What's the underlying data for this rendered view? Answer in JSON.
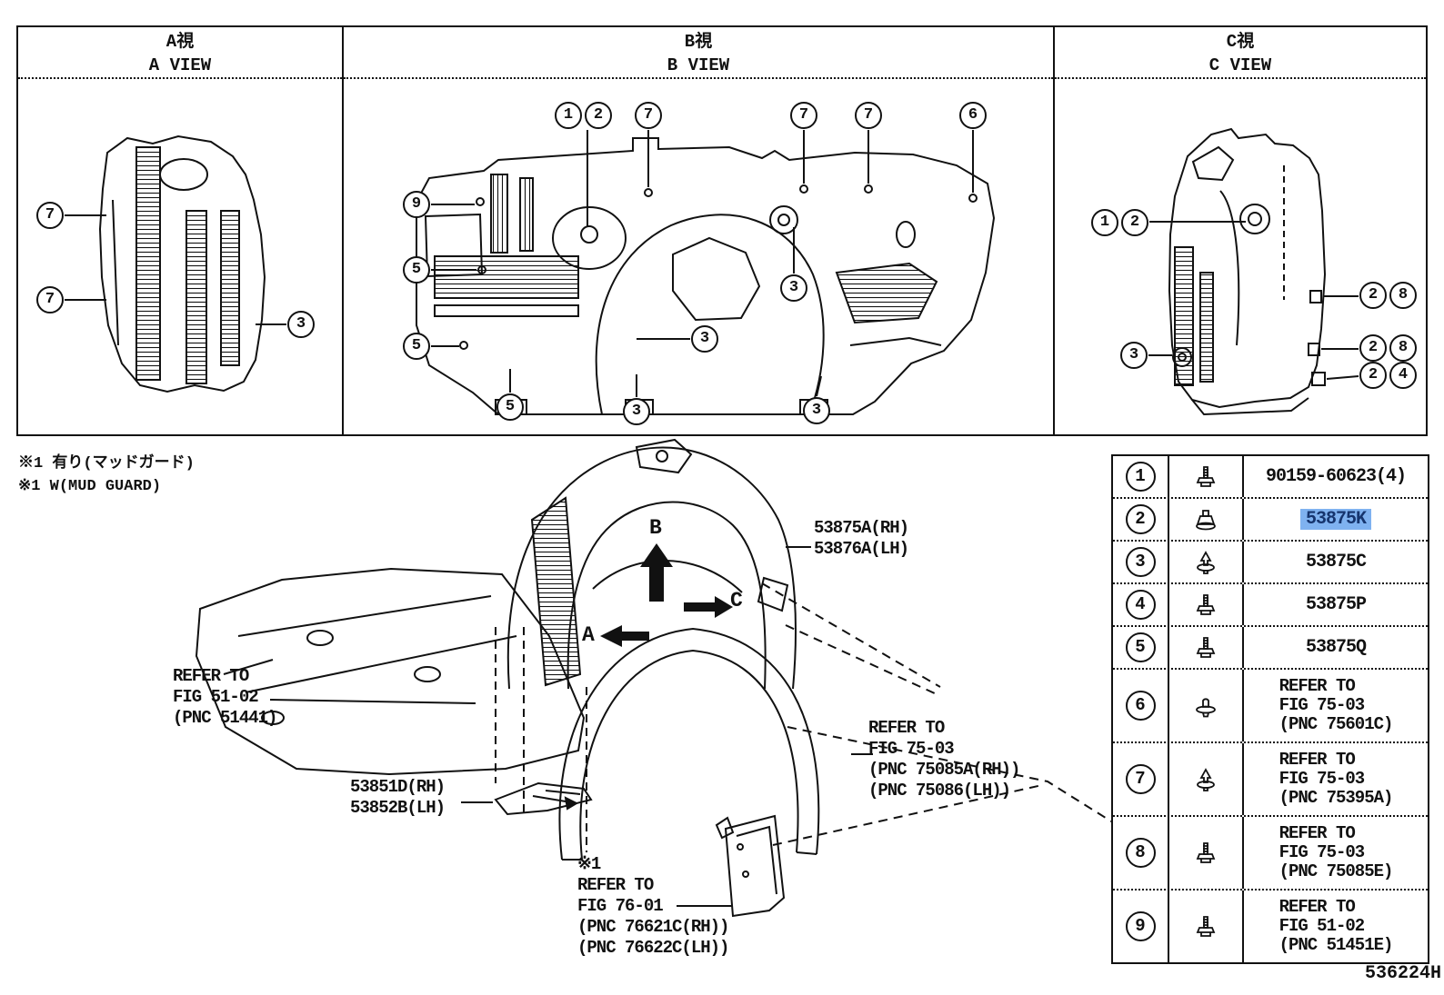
{
  "views": {
    "a": {
      "title_jp": "A視",
      "title_en": "A VIEW",
      "callouts": [
        "7",
        "7",
        "3"
      ]
    },
    "b": {
      "title_jp": "B視",
      "title_en": "B VIEW",
      "callouts": [
        "1",
        "2",
        "7",
        "7",
        "7",
        "6",
        "9",
        "5",
        "5",
        "5",
        "3",
        "3",
        "3",
        "3"
      ]
    },
    "c": {
      "title_jp": "C視",
      "title_en": "C VIEW",
      "callouts": [
        "1",
        "2",
        "2",
        "8",
        "2",
        "8",
        "2",
        "4",
        "3"
      ]
    }
  },
  "notes": {
    "line1": "※1 有り(マッドガード)",
    "line2": "※1 W(MUD GUARD)"
  },
  "main": {
    "labels": {
      "fender_liner": "53875A(RH)\n53876A(LH)",
      "undercover_ref": "REFER TO\nFIG 51-02\n(PNC 51441)",
      "seal": "53851D(RH)\n53852B(LH)",
      "moulding_ref": "REFER TO\nFIG 75-03\n(PNC 75085A(RH))\n(PNC 75086(LH))",
      "mudguard_ref": "※1\nREFER TO\nFIG 76-01\n(PNC 76621C(RH))\n(PNC 76622C(LH))",
      "dir_a": "A",
      "dir_b": "B",
      "dir_c": "C"
    }
  },
  "parts_table": {
    "rows": [
      {
        "num": "1",
        "icon": "screw-icon",
        "part": "90159-60623(4)",
        "highlighted": false
      },
      {
        "num": "2",
        "icon": "grommet-clip-icon",
        "part": "53875K",
        "highlighted": true
      },
      {
        "num": "3",
        "icon": "push-rivet-icon",
        "part": "53875C",
        "highlighted": false
      },
      {
        "num": "4",
        "icon": "screw-icon",
        "part": "53875P",
        "highlighted": false
      },
      {
        "num": "5",
        "icon": "screw-icon",
        "part": "53875Q",
        "highlighted": false
      },
      {
        "num": "6",
        "icon": "push-clip-icon",
        "part": "REFER TO\nFIG 75-03\n(PNC 75601C)",
        "highlighted": false
      },
      {
        "num": "7",
        "icon": "push-rivet-icon",
        "part": "REFER TO\nFIG 75-03\n(PNC 75395A)",
        "highlighted": false
      },
      {
        "num": "8",
        "icon": "screw-icon",
        "part": "REFER TO\nFIG 75-03\n(PNC 75085E)",
        "highlighted": false
      },
      {
        "num": "9",
        "icon": "screw-icon",
        "part": "REFER TO\nFIG 51-02\n(PNC 51451E)",
        "highlighted": false
      }
    ]
  },
  "footer": {
    "drawing_code": "536224H"
  },
  "colors": {
    "highlight_bg": "#7FB2F0",
    "highlight_text": "#16356E",
    "line": "#111111"
  }
}
